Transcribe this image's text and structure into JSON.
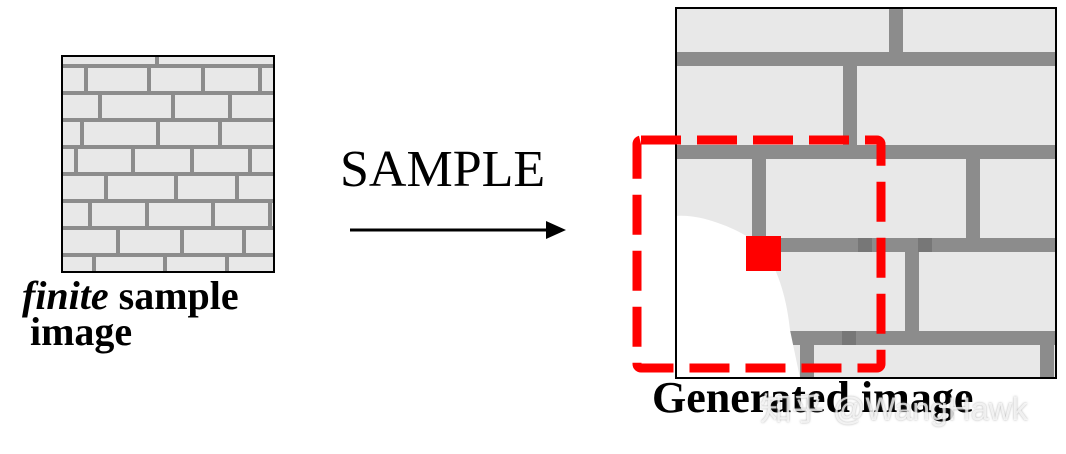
{
  "source": {
    "caption_italic": "finite",
    "caption_rest": " sample",
    "caption_line2": "image"
  },
  "arrow": {
    "label": "SAMPLE"
  },
  "generated": {
    "caption": "Generated image"
  },
  "watermark": {
    "text": "知乎 @WangHawk"
  },
  "colors": {
    "mortar": "#8c8c8c",
    "brick": "#e8e8e8",
    "frame": "#000000",
    "highlight": "#ff0000",
    "arrow": "#000000"
  }
}
